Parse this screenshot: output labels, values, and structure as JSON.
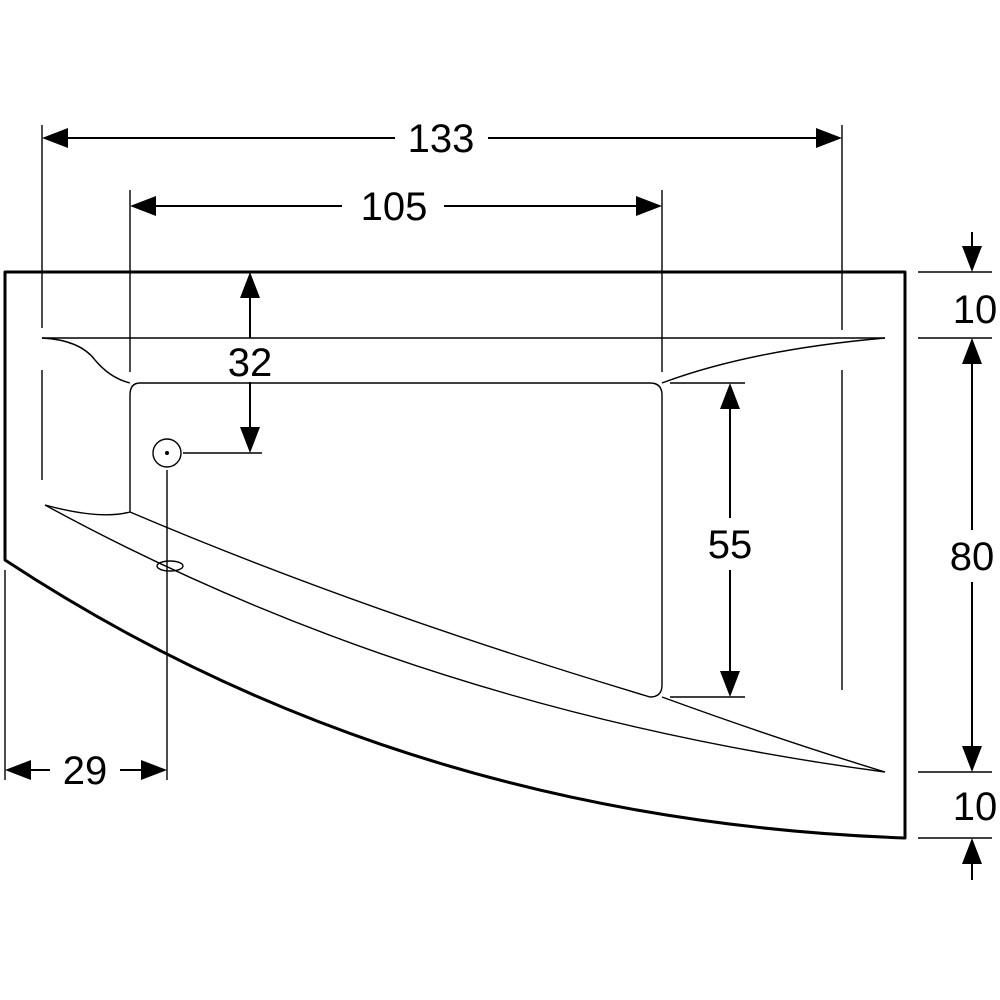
{
  "dimensions": {
    "overall_width": "133",
    "inner_width": "105",
    "drain_from_top": "32",
    "basin_depth": "55",
    "overall_depth": "80",
    "top_rim": "10",
    "bottom_rim": "10",
    "drain_from_left": "29"
  },
  "colors": {
    "line": "#000000",
    "background": "#ffffff"
  }
}
